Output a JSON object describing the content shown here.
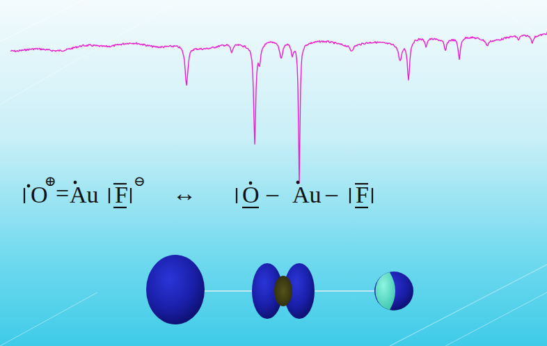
{
  "diagram": {
    "labels": [
      "O",
      "⊕",
      "=",
      "Au",
      "F",
      "⊖",
      "↔",
      "O",
      "–",
      "Au",
      "–",
      "F"
    ]
  }
}
